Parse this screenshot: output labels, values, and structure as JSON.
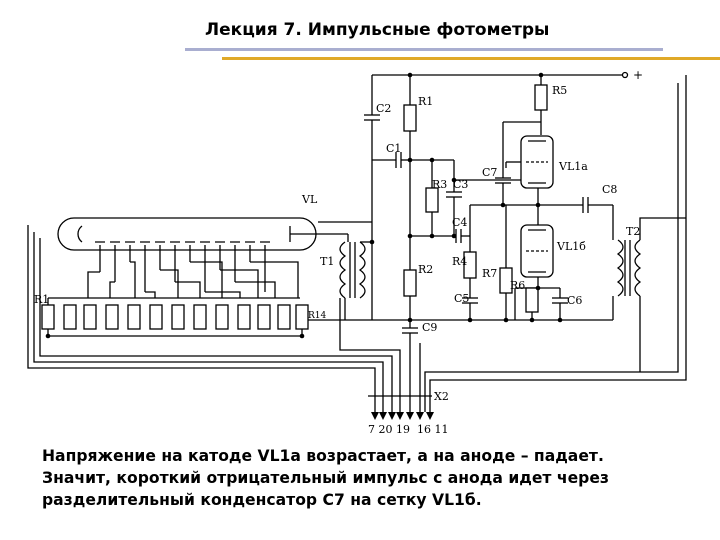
{
  "slide": {
    "title": "Лекция 7. Импульсные фотометры",
    "caption_lines": [
      "Напряжение на катоде VL1а возрастает, а на аноде – падает.",
      "Значит, короткий отрицательный импульс с анода идет через",
      "разделительный конденсатор С7 на сетку VL1б."
    ]
  },
  "accent_colors": {
    "title_rule": "#a9aed0",
    "rule_gold": "#e0a928"
  },
  "schematic": {
    "labels": {
      "plus": "+",
      "R5": "R5",
      "R1_top": "R1",
      "C2": "C2",
      "C1": "C1",
      "C7": "C7",
      "VL1a": "VL1а",
      "R3": "R3",
      "C3": "C3",
      "C8": "C8",
      "VL": "VL",
      "C4": "C4",
      "T2": "T2",
      "VL1b": "VL1б",
      "T1": "T1",
      "R2": "R2",
      "R4": "R4",
      "R7": "R7",
      "R6": "R6",
      "C5": "C5",
      "C6": "C6",
      "R1_div": "R1",
      "R14": "R14",
      "C9": "C9",
      "X2": "X2",
      "pins": "7 20 19  16 11"
    }
  }
}
